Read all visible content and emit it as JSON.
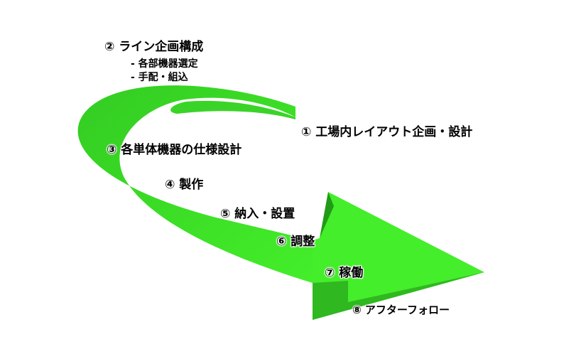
{
  "colors": {
    "arrow_light": "#44ee2a",
    "arrow_mid": "#33cc22",
    "arrow_dark": "#229a18"
  },
  "steps": [
    {
      "label": "① 工場内レイアウト企画・設計"
    },
    {
      "label": "② ライン企画構成",
      "subitems": [
        "- 各部機器選定",
        "- 手配・組込"
      ]
    },
    {
      "label": "③ 各単体機器の仕様設計"
    },
    {
      "label": "④ 製作"
    },
    {
      "label": "⑤ 納入・設置"
    },
    {
      "label": "⑥ 調整"
    },
    {
      "label": "⑦ 稼働"
    },
    {
      "label": "⑧ アフターフォロー"
    }
  ]
}
